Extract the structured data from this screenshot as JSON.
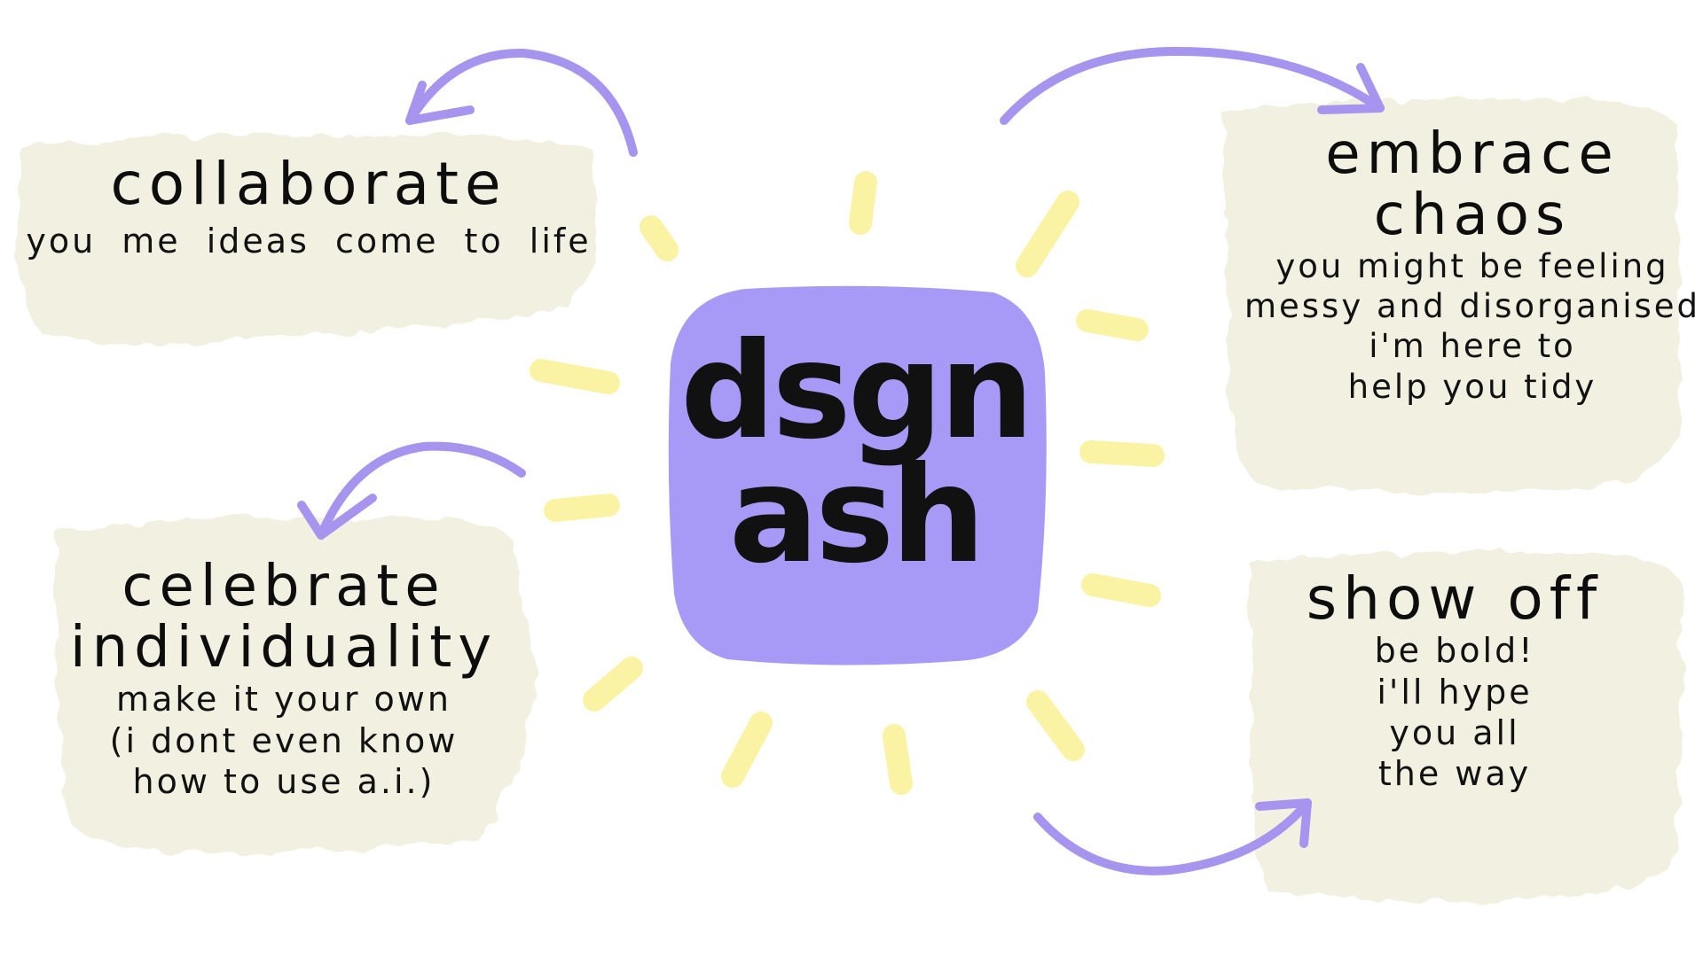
{
  "logo": {
    "line1": "dsgn",
    "line2": "ash"
  },
  "blocks": {
    "collaborate": {
      "title": "collaborate",
      "lines": [
        "you  me  ideas come to life"
      ]
    },
    "celebrate": {
      "title_lines": [
        "celebrate",
        "individuality"
      ],
      "lines": [
        "make it your own",
        "(i dont even know",
        "how to use a.i.)"
      ]
    },
    "chaos": {
      "title_lines": [
        "embrace",
        "chaos"
      ],
      "lines": [
        "you might be feeling",
        "messy and disorganised",
        "i'm here to",
        "help you tidy"
      ]
    },
    "show_off": {
      "title": "show off",
      "lines": [
        "be bold!",
        "i'll hype",
        "you all",
        "the way"
      ]
    }
  },
  "colors": {
    "accent_purple": "#a79af6",
    "arrow_purple": "#a694ee",
    "ray_yellow": "#f9f3a3",
    "patch_cream": "#f2f1e1",
    "ink": "#111111"
  },
  "icons": [
    "arrow-icon",
    "sun-ray-icon"
  ]
}
